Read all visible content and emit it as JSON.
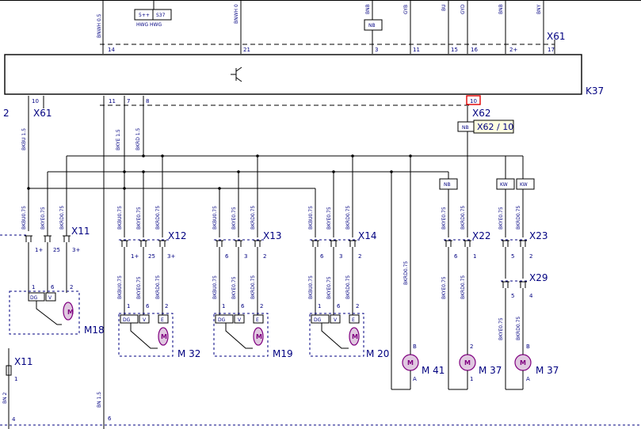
{
  "modules": {
    "ecu": "K37",
    "connector_top": "X61",
    "connector_left": "X61",
    "connector_mid": "X62",
    "connector_mid_detail": "X62 / 10",
    "connector_x11": "X11",
    "connector_x11_bottom": "X11",
    "connector_x12": "X12",
    "connector_x13": "X13",
    "connector_x14": "X14",
    "connector_x22": "X22",
    "connector_x23": "X23",
    "connector_x29": "X29",
    "left_edge_ref": "2"
  },
  "motors": {
    "m18": "M18",
    "m32": "M 32",
    "m19": "M19",
    "m20": "M 20",
    "m41": "M 41",
    "m37a": "M 37",
    "m37b": "M 37"
  },
  "top_pins": [
    "14",
    "21",
    "3",
    "11",
    "15",
    "16",
    "2+",
    "17"
  ],
  "bottom_pins": [
    "10",
    "11",
    "7",
    "8",
    "10"
  ],
  "top_wires": [
    "BNWH 0.5",
    "BNWH 0",
    "BNB",
    "GYB",
    "BU",
    "GYD",
    "BNB",
    "BNY"
  ],
  "boxes": {
    "fuse_a": "5++",
    "fuse_b": "S37",
    "fuse_sub": "HWG  HWG",
    "nb_top": "NB",
    "nb_mid": "NB",
    "nb_x22": "NB",
    "kw_a": "KW",
    "kw_b": "KW"
  },
  "left_wires": [
    "BKBU 1.5",
    "BKYE 1.5",
    "BKRD 1.5",
    "BN 1.5"
  ],
  "x11_wires": [
    "BKBU0.75",
    "BKYE0.75",
    "BKRD0.75"
  ],
  "x11_pins": [
    "1+",
    "25",
    "3+"
  ],
  "x12_wires": [
    "BKBU0.75",
    "BKYE0.75",
    "BKRD0.75"
  ],
  "x12_pins": [
    "1+",
    "25",
    "3+"
  ],
  "x13_wires": [
    "BKBU0.75",
    "BKYE0.75",
    "BKRD0.75"
  ],
  "x13_pins": [
    "6",
    "3",
    "2"
  ],
  "x14_wires": [
    "BKBU0.75",
    "BKYE0.75",
    "BKRD0.75"
  ],
  "x14_pins": [
    "6",
    "3",
    "2"
  ],
  "x22_wires": [
    "BKYE0.75",
    "BKRD0.75"
  ],
  "x22_pins": [
    "6",
    "1"
  ],
  "x23_wires": [
    "BKYE0.75",
    "BKRD0.75"
  ],
  "x23_pins": [
    "5",
    "2"
  ],
  "x29_pins": [
    "5",
    "4"
  ],
  "motor_pins": [
    "1",
    "6",
    "2"
  ],
  "motor_pin_labels": [
    "DG",
    "V",
    "E"
  ],
  "motor_letter": "M",
  "bottom_pin_labels": [
    "6",
    "4",
    "1"
  ],
  "lower_wires": [
    "BKBU0.75",
    "BKYE0.75",
    "BKRD0.75",
    "BKRD0.75",
    "BKYE0.75",
    "BKRD0.75",
    "BKYE0.75",
    "BKRD0.75"
  ],
  "m41_pins": [
    "B",
    "A"
  ],
  "m37a_pins": [
    "2",
    "1"
  ],
  "m37b_pins": [
    "B",
    "A"
  ],
  "ground_labels": [
    "BN 2",
    "4"
  ]
}
